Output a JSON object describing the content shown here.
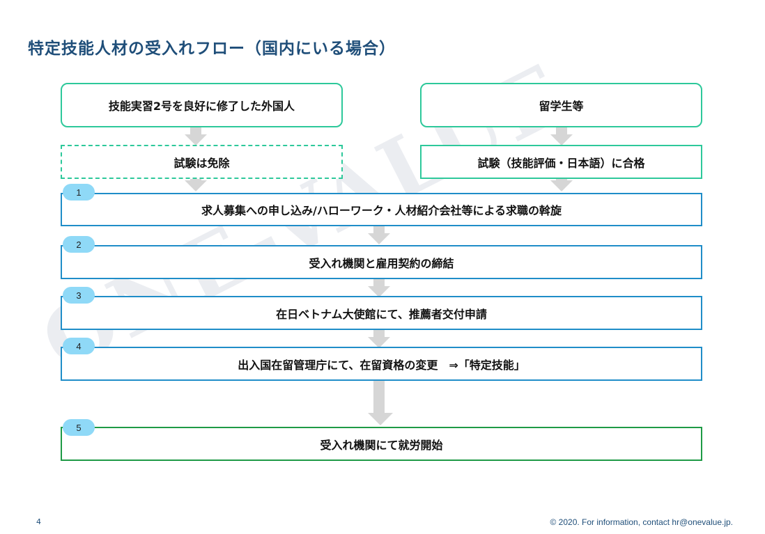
{
  "title": "特定技能人材の受入れフロー（国内にいる場合）",
  "watermark": "ONE-VALUE",
  "sources": {
    "left": {
      "label": "技能実習2号を良好に修了した外国人",
      "exam": "試験は免除"
    },
    "right": {
      "label": "留学生等",
      "exam": "試験（技能評価・日本語）に合格"
    }
  },
  "steps": [
    {
      "number": "1",
      "label": "求人募集への申し込み/ハローワーク・人材紹介会社等による求職の斡旋"
    },
    {
      "number": "2",
      "label": "受入れ機関と雇用契約の締結"
    },
    {
      "number": "3",
      "label": "在日ベトナム大使館にて、推薦者交付申請"
    },
    {
      "number": "4",
      "label": "出入国在留管理庁にて、在留資格の変更　⇒「特定技能」"
    },
    {
      "number": "5",
      "label": "受入れ機関にて就労開始"
    }
  ],
  "footer": {
    "page_number": "4",
    "copyright": "© 2020. For information, contact  hr@onevalue.jp."
  },
  "colors": {
    "title": "#1f4e79",
    "teal_border": "#2dc89a",
    "blue_border": "#1f8dc8",
    "green_border": "#1e9a45",
    "badge": "#8fd9f7",
    "arrow": "#d6d6d6"
  }
}
